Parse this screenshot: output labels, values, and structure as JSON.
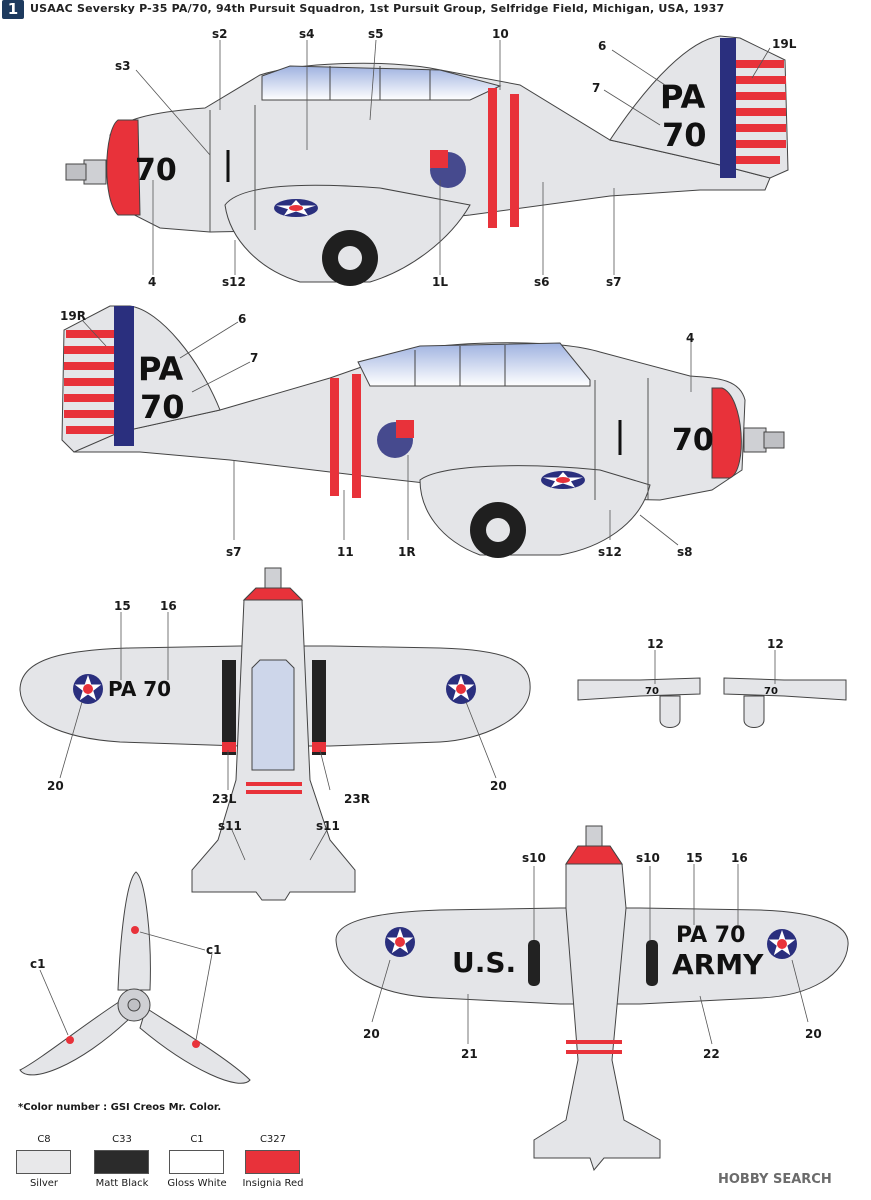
{
  "header": {
    "badge": "1",
    "title": "USAAC Seversky P-35 PA/70, 94th Pursuit Squadron, 1st Pursuit Group, Selfridge Field, Michigan, USA, 1937"
  },
  "markings": {
    "tail_code": "PA",
    "number": "70",
    "wing_code": "PA 70",
    "us": "U.S.",
    "army": "ARMY"
  },
  "callouts": {
    "left_profile": [
      "s2",
      "s4",
      "s5",
      "10",
      "s3",
      "6",
      "19L",
      "7",
      "4",
      "s12",
      "1L",
      "s6",
      "s7"
    ],
    "right_profile": [
      "19R",
      "6",
      "7",
      "4",
      "s7",
      "11",
      "1R",
      "s12",
      "s8"
    ],
    "top_view": [
      "15",
      "16",
      "20",
      "20",
      "23L",
      "23R",
      "s11",
      "s11"
    ],
    "front_view": [
      "12",
      "12"
    ],
    "bottom_view": [
      "s10",
      "s10",
      "15",
      "16",
      "20",
      "21",
      "22",
      "20"
    ],
    "propeller": [
      "c1",
      "c1"
    ]
  },
  "note": "*Color number : GSI Creos Mr. Color.",
  "colors": [
    {
      "code": "C8",
      "name": "Silver",
      "hex": "#e8e8ea"
    },
    {
      "code": "C33",
      "name": "Matt Black",
      "hex": "#2b2b2b"
    },
    {
      "code": "C1",
      "name": "Gloss White",
      "hex": "#ffffff"
    },
    {
      "code": "C327",
      "name": "Insignia Red",
      "hex": "#e8323a"
    }
  ],
  "watermark": "HOBBY SEARCH",
  "palette": {
    "blue": "#2a2f7e",
    "red": "#e8323a",
    "silver": "#e4e5e8"
  }
}
